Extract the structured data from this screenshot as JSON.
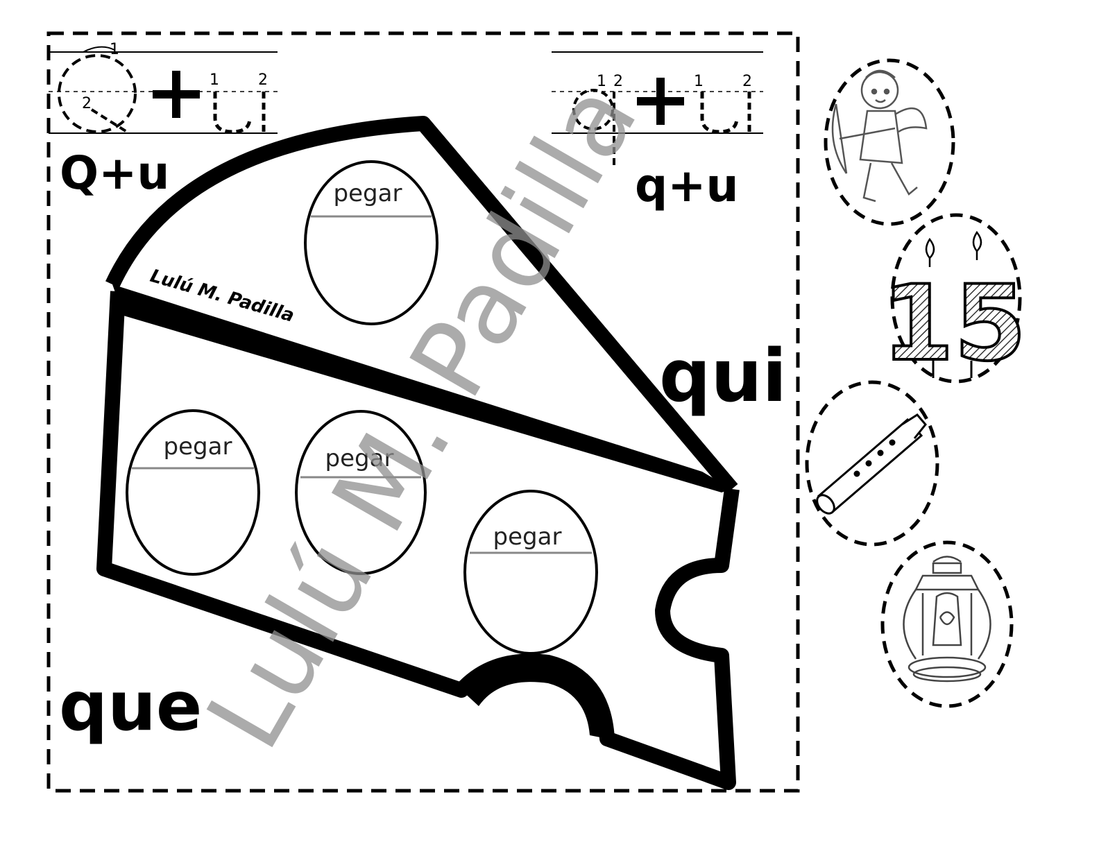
{
  "header": {
    "upper_formula": "Q+u",
    "lower_formula": "q+u",
    "stroke_numbers": [
      "1",
      "2"
    ]
  },
  "cheese": {
    "author_credit": "Lulú M. Padilla",
    "top_label": "qui",
    "bottom_label": "que",
    "slots": [
      {
        "label": "pegar"
      },
      {
        "label": "pegar"
      },
      {
        "label": "pegar"
      },
      {
        "label": "pegar"
      }
    ]
  },
  "watermark": "Lulú M. Padilla",
  "cutouts": [
    {
      "icon": "cupid-icon"
    },
    {
      "icon": "quince-candles-icon",
      "text": "15"
    },
    {
      "icon": "flute-icon"
    },
    {
      "icon": "lantern-icon"
    }
  ]
}
